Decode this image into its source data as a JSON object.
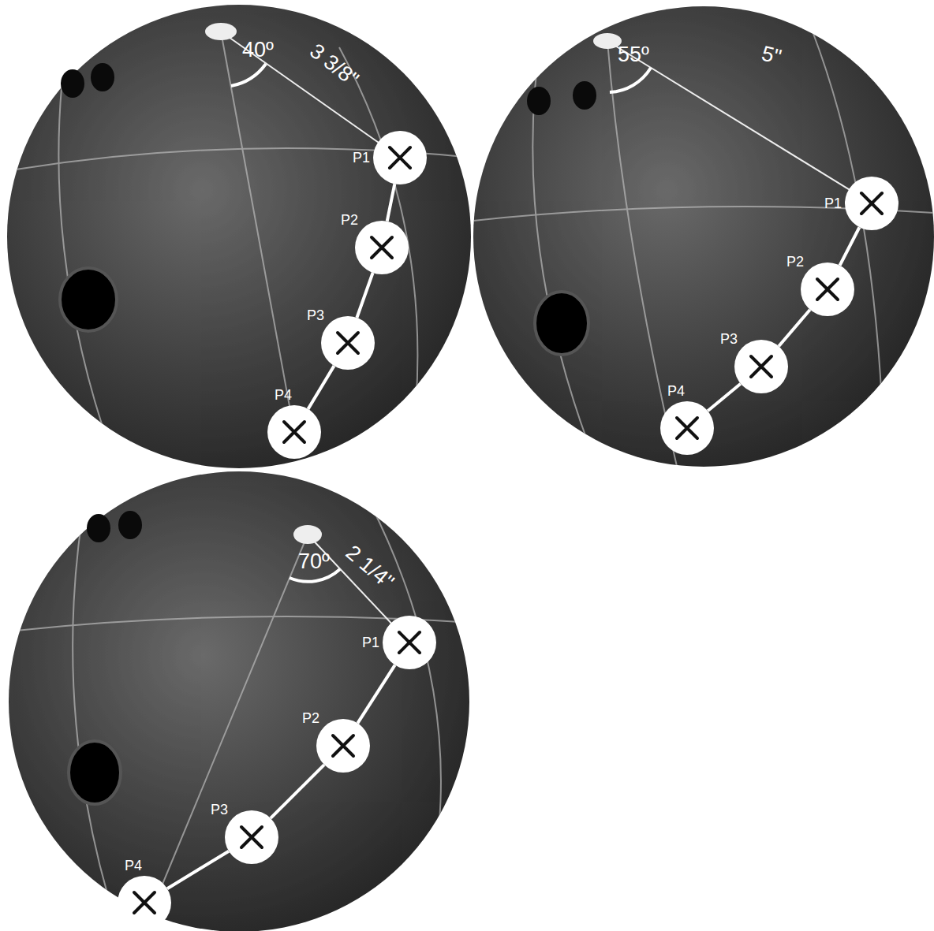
{
  "diagram": {
    "nodes": [
      {
        "text": [
          "P1"
        ]
      },
      {
        "text": [
          "P2"
        ]
      },
      {
        "text": [
          "P3"
        ]
      },
      {
        "text": [
          "P4"
        ]
      },
      {
        "text": [
          "P1"
        ]
      },
      {
        "text": [
          "P2"
        ]
      },
      {
        "text": [
          "P3"
        ]
      },
      {
        "text": [
          "P4"
        ]
      },
      {
        "text": [
          "P1"
        ]
      },
      {
        "text": [
          "P2"
        ]
      },
      {
        "text": [
          "P3"
        ]
      },
      {
        "text": [
          "P4"
        ]
      }
    ],
    "edges": [
      {
        "from": 0,
        "to": 1,
        "arrow": "none"
      },
      {
        "from": 1,
        "to": 2,
        "arrow": "none"
      },
      {
        "from": 2,
        "to": 3,
        "arrow": "none"
      },
      {
        "from": 4,
        "to": 5,
        "arrow": "none"
      },
      {
        "from": 5,
        "to": 6,
        "arrow": "none"
      },
      {
        "from": 6,
        "to": 7,
        "arrow": "none"
      },
      {
        "from": 8,
        "to": 9,
        "arrow": "none"
      },
      {
        "from": 9,
        "to": 10,
        "arrow": "none"
      },
      {
        "from": 10,
        "to": 11,
        "arrow": "none"
      }
    ],
    "labels": [
      "40º",
      "3 3/8\"",
      "55º",
      "5\"",
      "70º",
      "2 1/4\""
    ]
  }
}
